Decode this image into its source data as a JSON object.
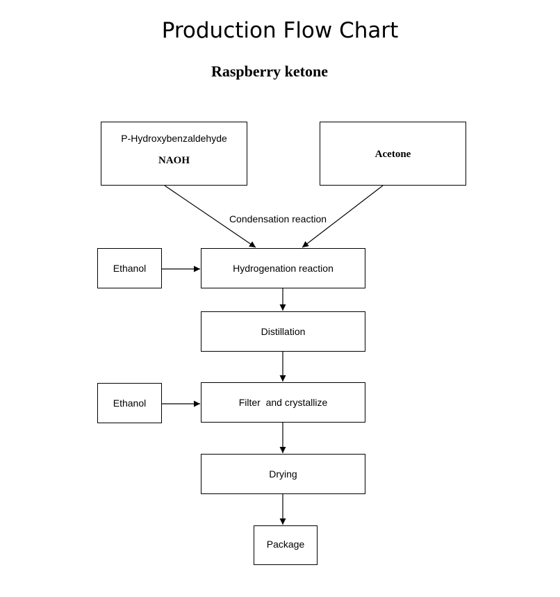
{
  "title": "Production Flow Chart",
  "subtitle": "Raspberry ketone",
  "nodes": {
    "p_hydroxy": {
      "line1": "P-Hydroxybenzaldehyde",
      "line2": "NAOH"
    },
    "acetone": {
      "label": "Acetone"
    },
    "ethanol_1": {
      "label": "Ethanol"
    },
    "hydrogenation": {
      "label": "Hydrogenation reaction"
    },
    "distillation": {
      "label": "Distillation"
    },
    "ethanol_2": {
      "label": "Ethanol"
    },
    "filter": {
      "label": "Filter  and crystallize"
    },
    "drying": {
      "label": "Drying"
    },
    "package": {
      "label": "Package"
    }
  },
  "edge_labels": {
    "condensation": "Condensation reaction"
  }
}
